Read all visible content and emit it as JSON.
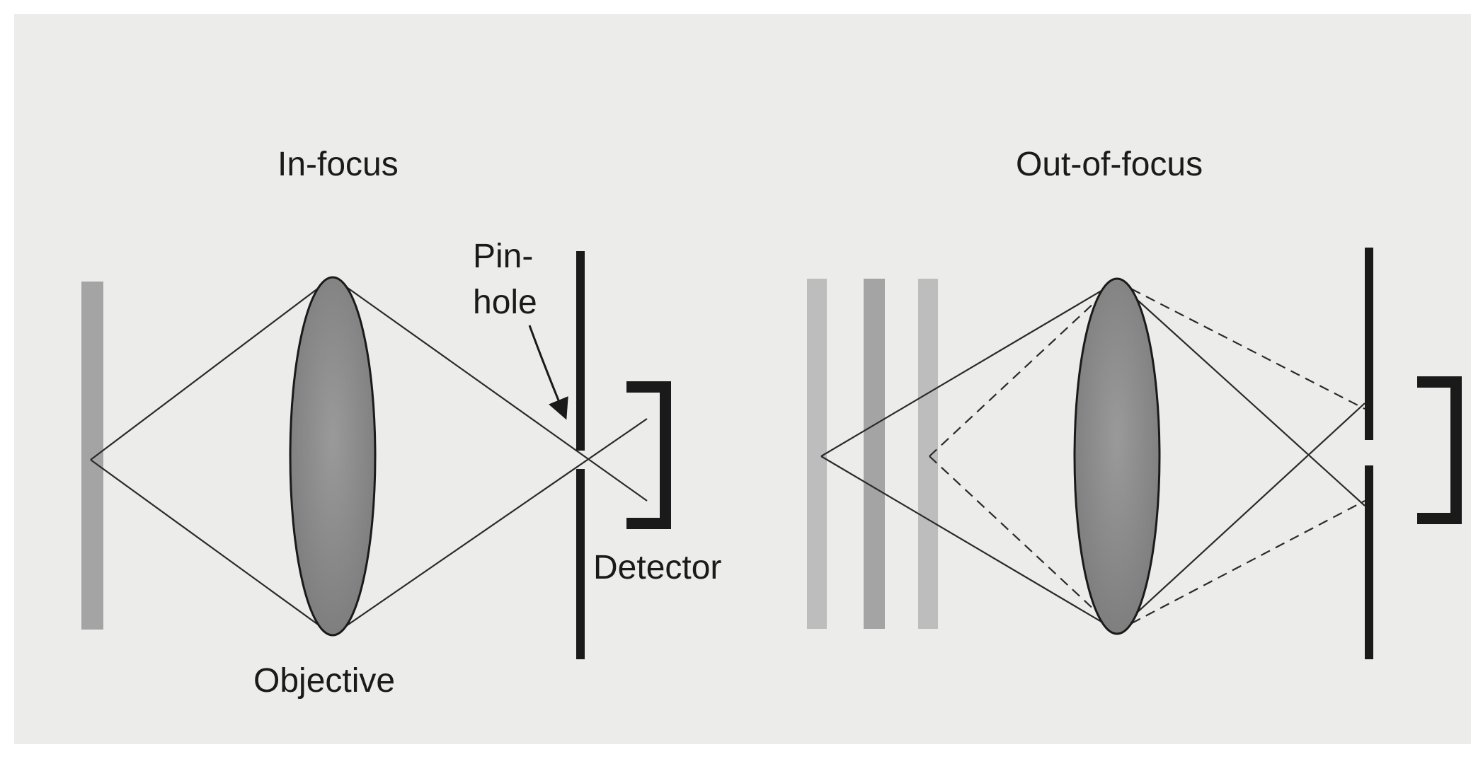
{
  "in_focus": {
    "title": "In-focus",
    "pinhole_label_line1": "Pin-",
    "pinhole_label_line2": "hole",
    "detector_label": "Detector",
    "objective_label": "Objective"
  },
  "out_of_focus": {
    "title": "Out-of-focus"
  },
  "colors": {
    "background": "#ececea",
    "lens_fill": "#8f8f8f",
    "ink": "#1a1a1a",
    "specimen_plane": "#a4a4a4",
    "specimen_plane_light": "#bdbdbd"
  }
}
